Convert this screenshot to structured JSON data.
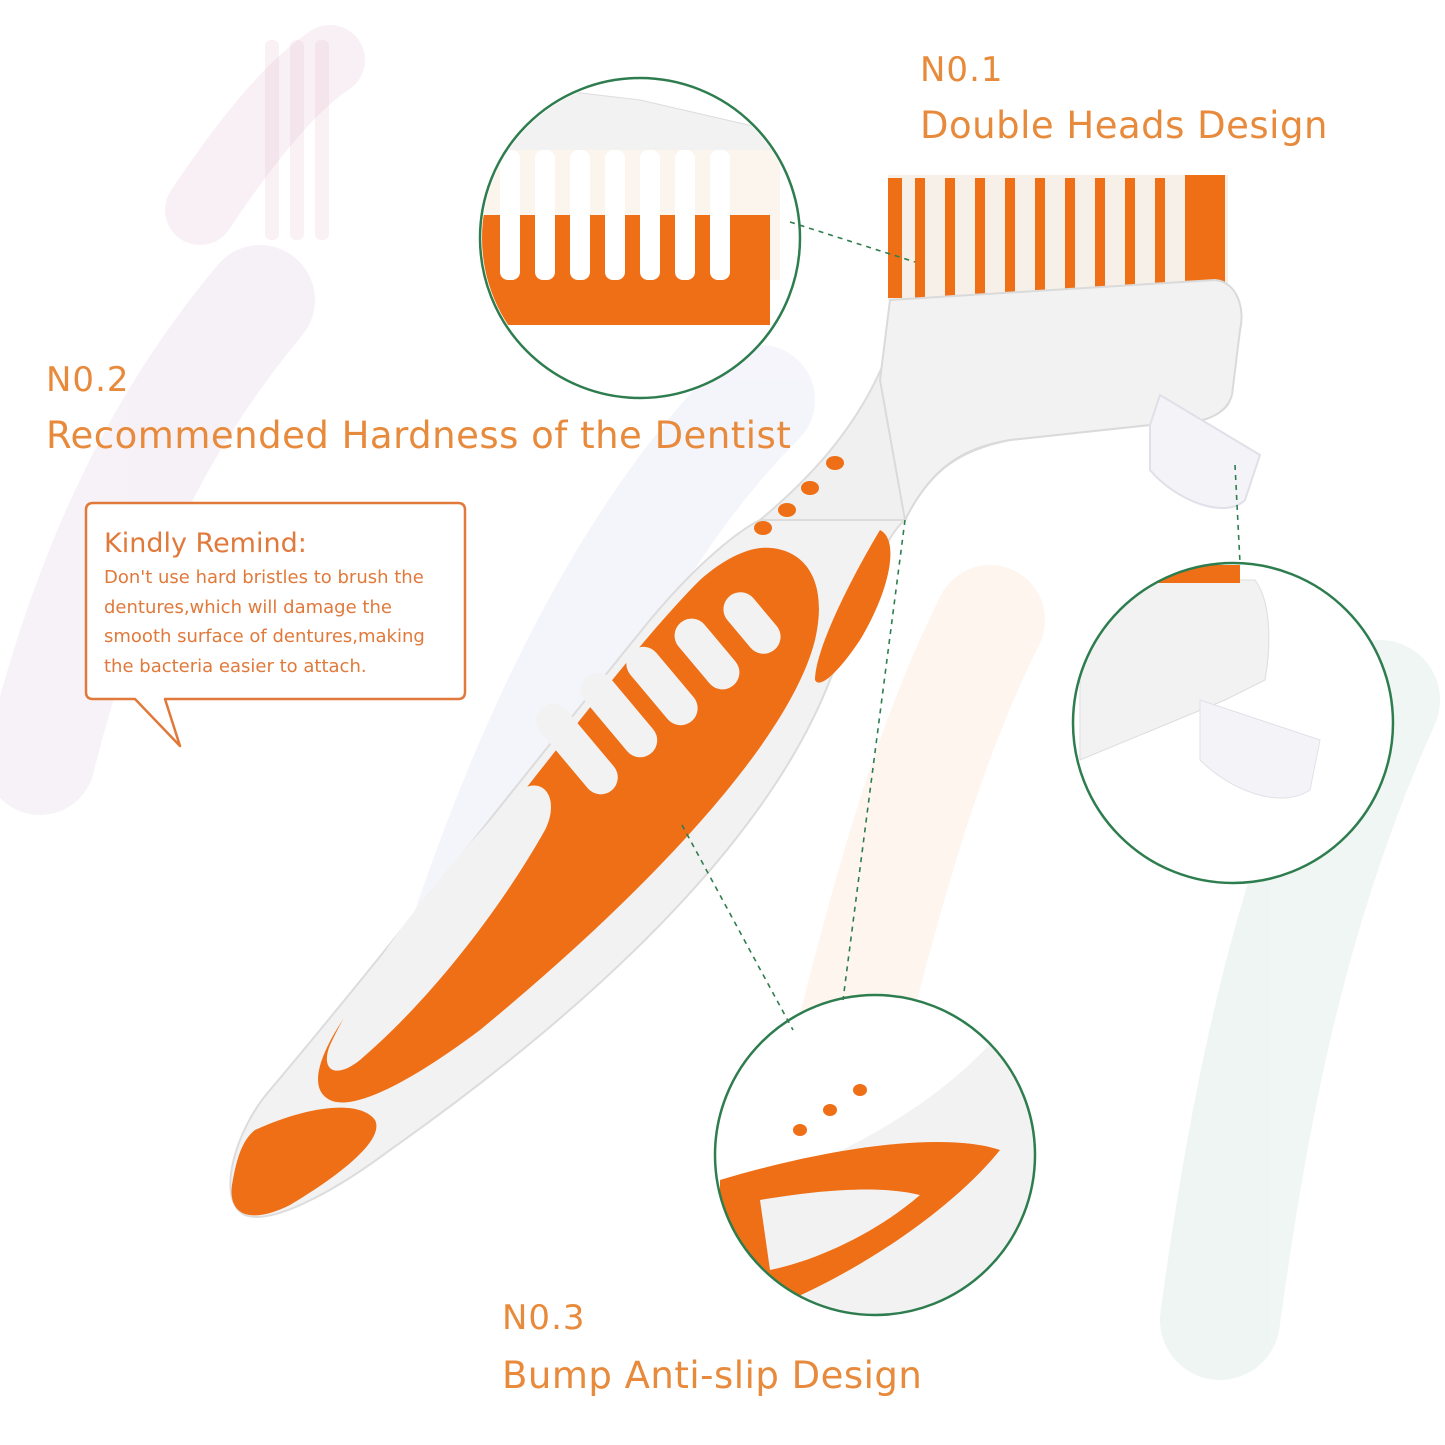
{
  "features": [
    {
      "number": "N0.1",
      "title": "Double Heads Design"
    },
    {
      "number": "N0.2",
      "title": "Recommended Hardness of the Dentist"
    },
    {
      "number": "N0.3",
      "title": "Bump Anti-slip Design"
    }
  ],
  "reminder": {
    "title": "Kindly Remind:",
    "lines": [
      "Don't use hard bristles to brush the",
      "dentures,which will damage the",
      "smooth surface of dentures,making",
      "the bacteria easier to attach."
    ]
  },
  "colors": {
    "accent_orange": "#ee6f15",
    "text_orange": "#e88a3c",
    "callout_green": "#2e7d4f",
    "handle_white": "#f2f2f2"
  },
  "icons": [
    "denture-brush-product",
    "detail-magnifier-circle"
  ]
}
